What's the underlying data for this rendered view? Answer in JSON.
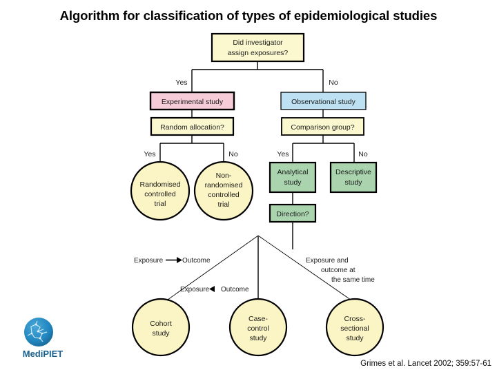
{
  "slide": {
    "title": "Algorithm for classification of types of epidemiological studies",
    "citation": "Grimes et al. Lancet 2002; 359:57-61",
    "background": "#ffffff"
  },
  "logo": {
    "name": "MediPIET",
    "label": "MediPIET",
    "icon": "medipiet-globe-icon",
    "color": "#1f7fb8",
    "text_color": "#18618f"
  },
  "palette": {
    "question_fill": "#fbf8cf",
    "experimental_fill": "#f5ccd8",
    "observational_fill": "#bde0f2",
    "green_fill": "#a9d4ae",
    "circle_fill": "#fbf4c4",
    "stroke": "#000000"
  },
  "diagram": {
    "type": "flowchart",
    "nodes": [
      {
        "id": "q-root",
        "label": "Did investigator\nassign exposures?",
        "shape": "rect",
        "fill": "question_fill"
      },
      {
        "id": "experimental",
        "label": "Experimental study",
        "shape": "rect",
        "fill": "experimental_fill"
      },
      {
        "id": "observational",
        "label": "Observational study",
        "shape": "rect",
        "fill": "observational_fill"
      },
      {
        "id": "q-random",
        "label": "Random allocation?",
        "shape": "rect",
        "fill": "question_fill"
      },
      {
        "id": "q-comparison",
        "label": "Comparison group?",
        "shape": "rect",
        "fill": "question_fill"
      },
      {
        "id": "rct",
        "label": "Randomised\ncontrolled\ntrial",
        "shape": "circle",
        "fill": "circle_fill"
      },
      {
        "id": "non-rct",
        "label": "Non-\nrandomised\ncontrolled\ntrial",
        "shape": "circle",
        "fill": "circle_fill"
      },
      {
        "id": "analytical",
        "label": "Analytical\nstudy",
        "shape": "rect",
        "fill": "green_fill"
      },
      {
        "id": "descriptive",
        "label": "Descriptive\nstudy",
        "shape": "rect",
        "fill": "green_fill"
      },
      {
        "id": "q-direction",
        "label": "Direction?",
        "shape": "rect",
        "fill": "green_fill"
      },
      {
        "id": "cohort",
        "label": "Cohort\nstudy",
        "shape": "circle",
        "fill": "circle_fill"
      },
      {
        "id": "case-control",
        "label": "Case-\ncontrol\nstudy",
        "shape": "circle",
        "fill": "circle_fill"
      },
      {
        "id": "cross-section",
        "label": "Cross-\nsectional\nstudy",
        "shape": "circle",
        "fill": "circle_fill"
      }
    ],
    "edge_labels": [
      {
        "id": "root-yes",
        "text": "Yes"
      },
      {
        "id": "root-no",
        "text": "No"
      },
      {
        "id": "random-yes",
        "text": "Yes"
      },
      {
        "id": "random-no",
        "text": "No"
      },
      {
        "id": "comparison-yes",
        "text": "Yes"
      },
      {
        "id": "comparison-no",
        "text": "No"
      }
    ],
    "flow_labels": [
      {
        "id": "cohort-flow",
        "line1": "Exposure",
        "arrow": "right",
        "line2": "Outcome"
      },
      {
        "id": "case-control-flow",
        "line1": "Exposure",
        "arrow": "left",
        "line2": "Outcome"
      },
      {
        "id": "cross-section-flow",
        "line1": "Exposure and",
        "line2": "outcome at",
        "line3": "the same time"
      }
    ]
  },
  "labels": {
    "node_q_root_l1": "Did investigator",
    "node_q_root_l2": "assign exposures?",
    "node_experimental": "Experimental study",
    "node_observational": "Observational study",
    "node_q_random": "Random allocation?",
    "node_q_comparison": "Comparison group?",
    "node_rct_l1": "Randomised",
    "node_rct_l2": "controlled",
    "node_rct_l3": "trial",
    "node_nonrct_l1": "Non-",
    "node_nonrct_l2": "randomised",
    "node_nonrct_l3": "controlled",
    "node_nonrct_l4": "trial",
    "node_analytical_l1": "Analytical",
    "node_analytical_l2": "study",
    "node_descriptive_l1": "Descriptive",
    "node_descriptive_l2": "study",
    "node_q_direction": "Direction?",
    "node_cohort_l1": "Cohort",
    "node_cohort_l2": "study",
    "node_case_l1": "Case-",
    "node_case_l2": "control",
    "node_case_l3": "study",
    "node_cross_l1": "Cross-",
    "node_cross_l2": "sectional",
    "node_cross_l3": "study",
    "yes_root": "Yes",
    "no_root": "No",
    "yes_random": "Yes",
    "no_random": "No",
    "yes_comparison": "Yes",
    "no_comparison": "No",
    "flow_cohort_exposure": "Exposure",
    "flow_cohort_outcome": "Outcome",
    "flow_case_exposure": "Exposure",
    "flow_case_outcome": "Outcome",
    "flow_cross_l1": "Exposure and",
    "flow_cross_l2": "outcome at",
    "flow_cross_l3": "the same time"
  }
}
